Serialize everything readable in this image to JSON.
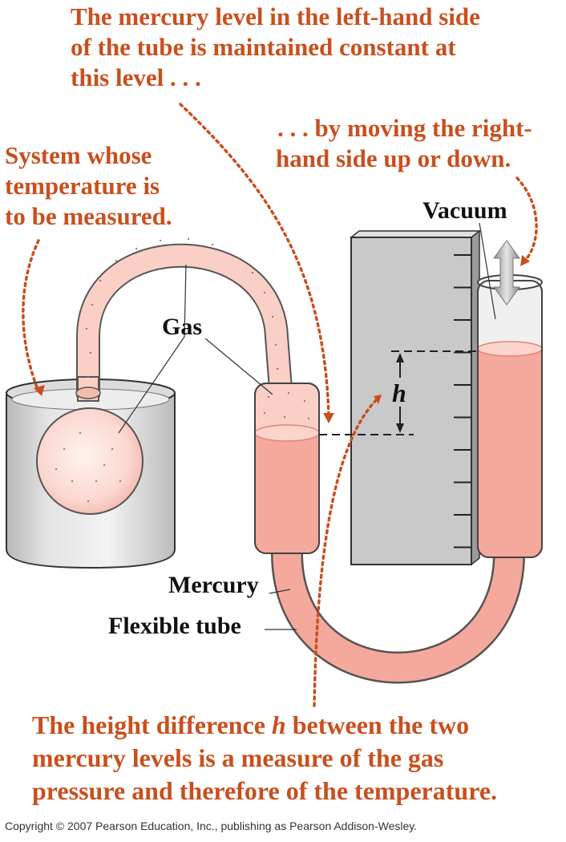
{
  "annotations": {
    "top_line1": "The mercury level in the left-hand side",
    "top_line2": "of the tube is maintained constant at",
    "top_line3": "this level . . .",
    "right_line1": ". . . by moving the right-",
    "right_line2": "hand side up or down.",
    "left_line1": "System whose",
    "left_line2": "temperature is",
    "left_line3": "to be measured.",
    "bottom_line1_a": "The height difference ",
    "bottom_line1_h": "h",
    "bottom_line1_b": " between the two",
    "bottom_line2": "mercury levels is a measure of the gas",
    "bottom_line3": "pressure and therefore of the temperature."
  },
  "labels": {
    "vacuum": "Vacuum",
    "gas": "Gas",
    "h": "h",
    "mercury": "Mercury",
    "flexible_tube": "Flexible tube"
  },
  "copyright": "Copyright © 2007 Pearson Education, Inc., publishing as Pearson Addison-Wesley.",
  "colors": {
    "annotation": "#c8501e",
    "mercury": "#f5a89c",
    "gas": "#f9cfc6",
    "scale": "#c9c9c9",
    "glass": "#e8e8e8"
  },
  "icons": {
    "move_arrow": "double-arrow-vertical-icon"
  }
}
